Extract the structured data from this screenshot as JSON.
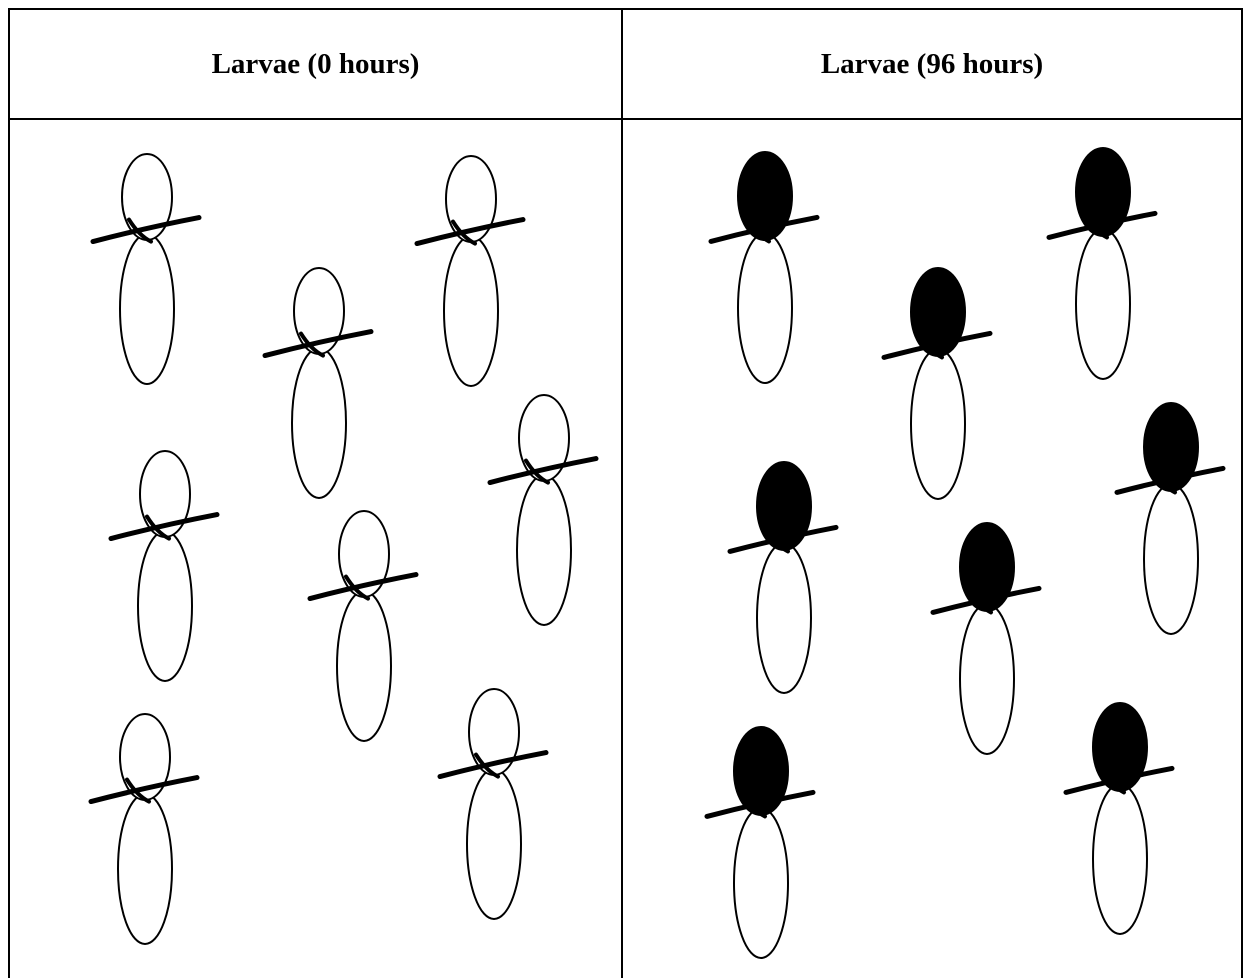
{
  "table": {
    "columns": [
      {
        "header": "Larvae (0 hours)",
        "head_fill": "#ffffff",
        "larva_count": 8
      },
      {
        "header": "Larvae (96 hours)",
        "head_fill": "#000000",
        "larva_count": 8
      }
    ]
  },
  "colors": {
    "border": "#000000",
    "outline": "#000000",
    "background": "#ffffff"
  }
}
